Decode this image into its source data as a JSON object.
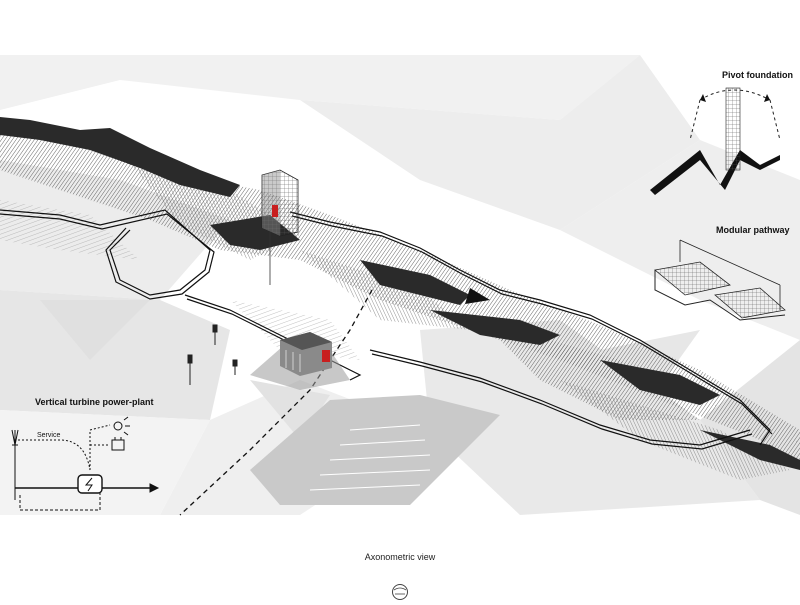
{
  "labels": {
    "pivot_foundation": "Pivot foundation",
    "modular_pathway": "Modular pathway",
    "turbine_plant": "Vertical turbine power-plant",
    "service": "Service"
  },
  "caption": "Axonometric view",
  "colors": {
    "terrain_dark": "#2a2a2a",
    "terrain_mid": "#8a8a8a",
    "terrain_light": "#d4d4d4",
    "parking": "#c9c9c9",
    "accent_red": "#c81e1e",
    "ink": "#111111"
  },
  "icons": {
    "lightbulb": "lightbulb-icon",
    "battery": "battery-icon",
    "turbine": "wind-turbine-icon",
    "compass": "compass-icon"
  }
}
